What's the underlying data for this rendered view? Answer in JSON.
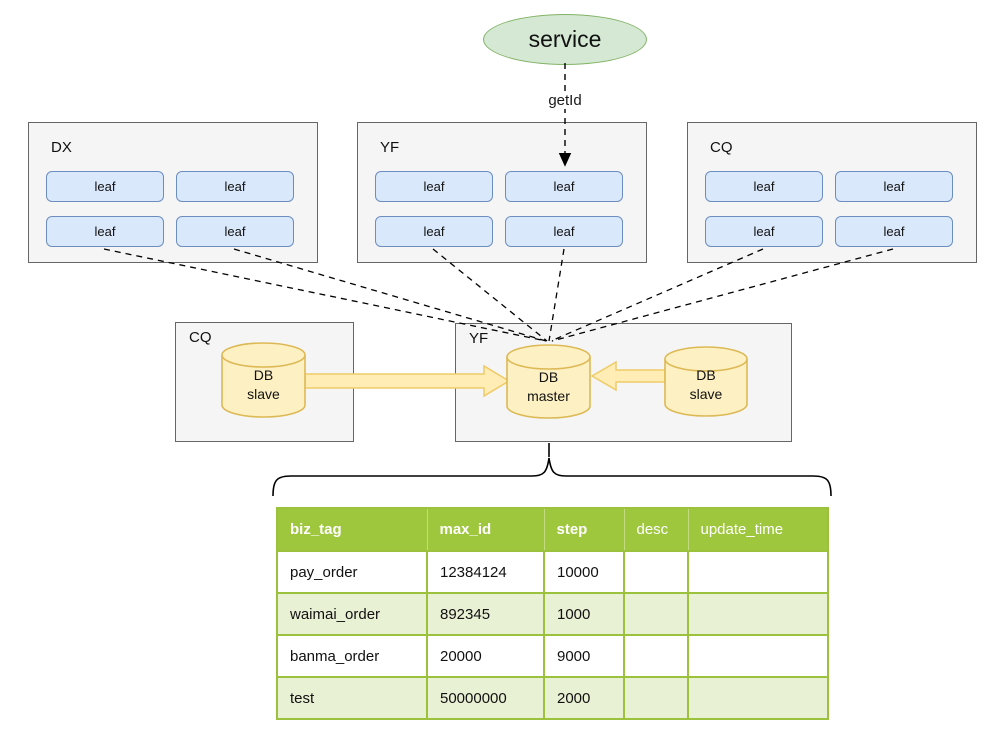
{
  "diagram": {
    "service_label": "service",
    "get_id_label": "getId",
    "clusters": [
      {
        "name": "DX",
        "leaves": [
          "leaf",
          "leaf",
          "leaf",
          "leaf"
        ]
      },
      {
        "name": "YF",
        "leaves": [
          "leaf",
          "leaf",
          "leaf",
          "leaf"
        ]
      },
      {
        "name": "CQ",
        "leaves": [
          "leaf",
          "leaf",
          "leaf",
          "leaf"
        ]
      }
    ],
    "db_regions": [
      {
        "name": "CQ",
        "databases": [
          {
            "line1": "DB",
            "line2": "slave"
          }
        ]
      },
      {
        "name": "YF",
        "databases": [
          {
            "line1": "DB",
            "line2": "master"
          },
          {
            "line1": "DB",
            "line2": "slave"
          }
        ]
      }
    ],
    "colors": {
      "service_fill": "#d5e8d4",
      "service_border": "#82b366",
      "leaf_fill": "#dae8fc",
      "leaf_border": "#6c8ebf",
      "box_fill": "#f5f5f5",
      "box_border": "#666666",
      "cylinder_fill": "#fdf0c2",
      "cylinder_border": "#ddb955",
      "arrow_fill": "#ffedb5",
      "arrow_border": "#eecb66",
      "table_header_green": "#9ec73e",
      "table_alt_row": "#e9f1d5"
    }
  },
  "table": {
    "columns": [
      "biz_tag",
      "max_id",
      "step",
      "desc",
      "update_time"
    ],
    "rows": [
      [
        "pay_order",
        "12384124",
        "10000",
        "",
        ""
      ],
      [
        "waimai_order",
        "892345",
        "1000",
        "",
        ""
      ],
      [
        "banma_order",
        "20000",
        "9000",
        "",
        ""
      ],
      [
        "test",
        "50000000",
        "2000",
        "",
        ""
      ]
    ]
  }
}
